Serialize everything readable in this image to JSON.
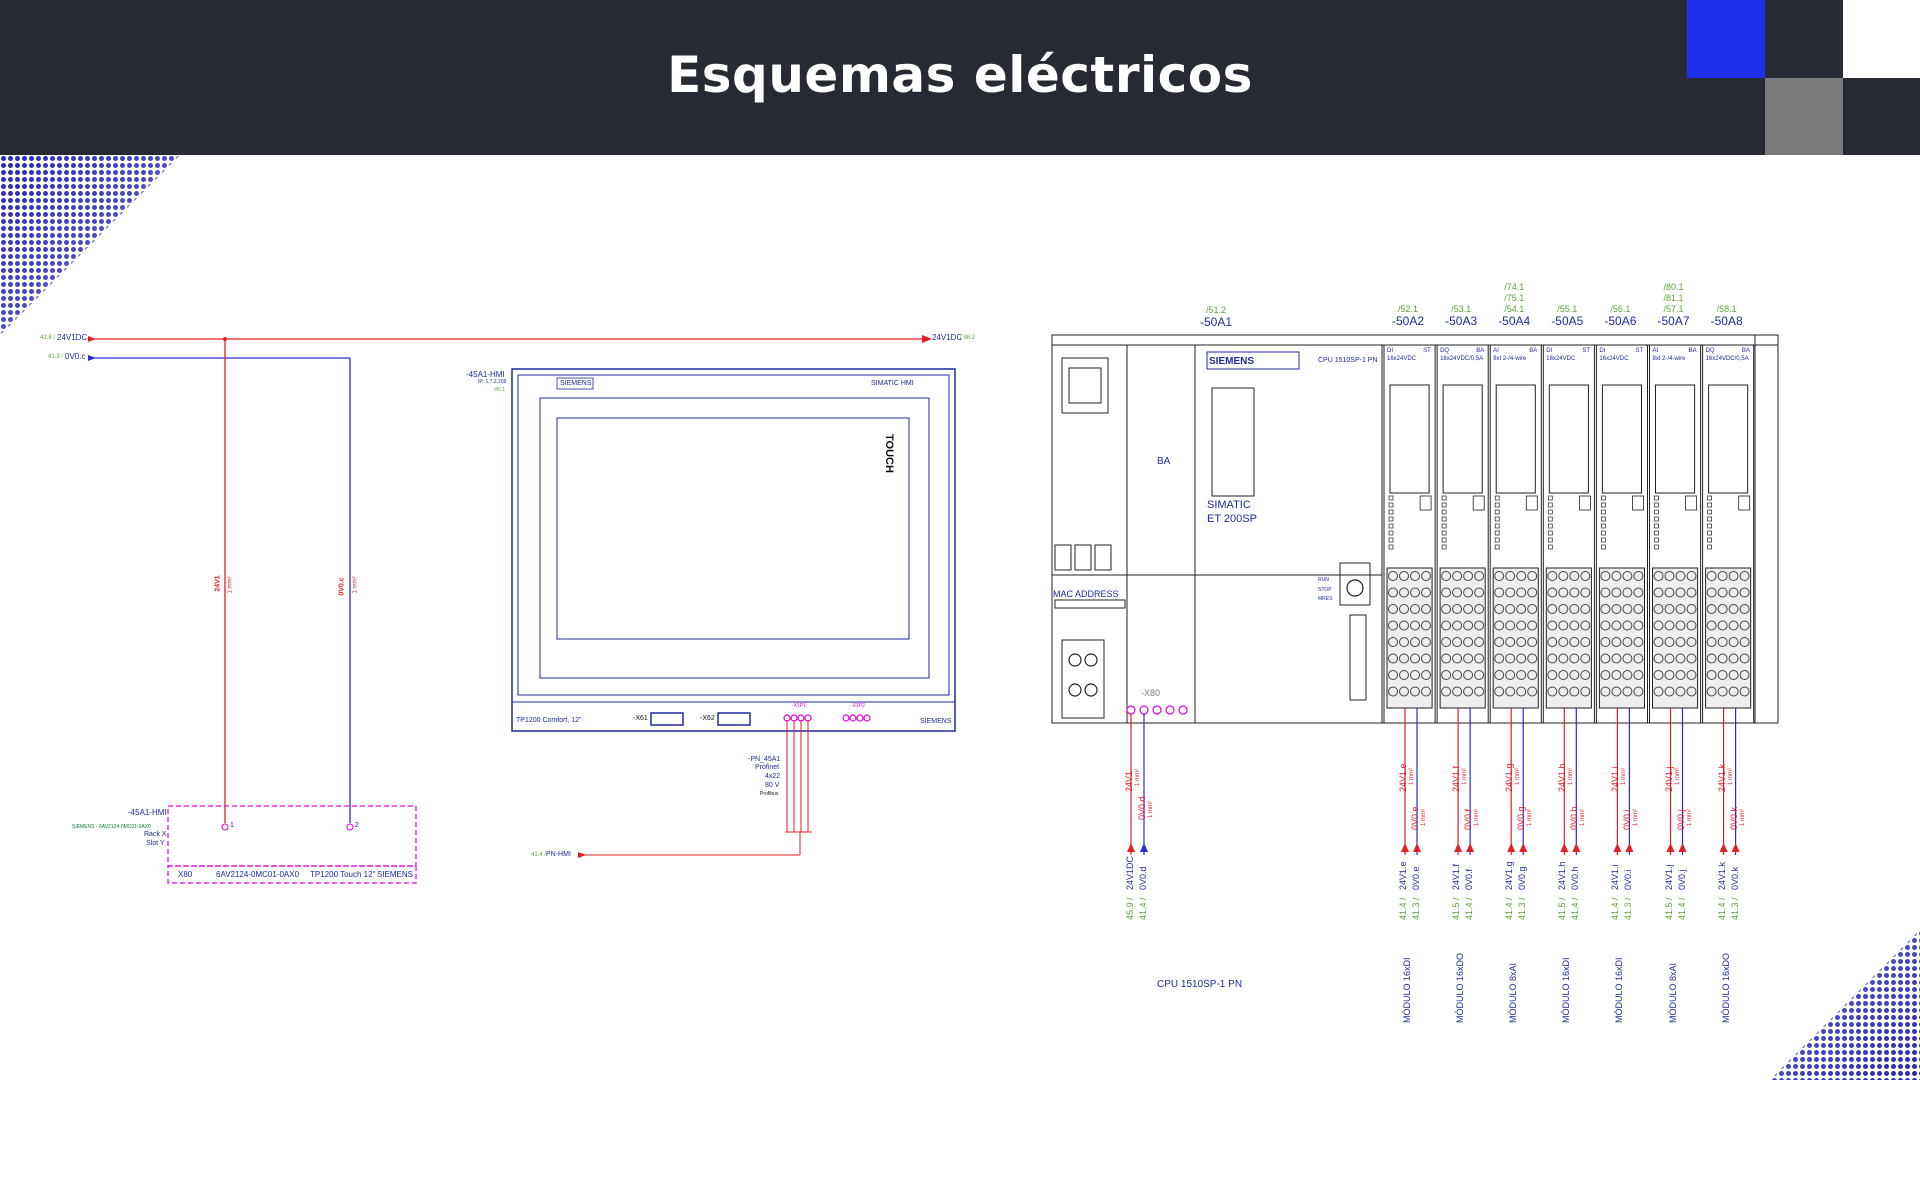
{
  "slide": {
    "title": "Esquemas eléctricos"
  },
  "colors": {
    "header": "#262a33",
    "accent_blue": "#1f2eea",
    "accent_gray": "#7b7b7b",
    "wire_red": "#e31e24",
    "wire_blue": "#2b2bd8",
    "label_green": "#5da33b",
    "profinet_magenta": "#e400e4",
    "drawing_blue": "#1f2a9e"
  },
  "hmi_wiring": {
    "rail_24v_left": "24V1DC",
    "rail_24v_left_ref": "42.8 /",
    "rail_24v_right": "24V1DC",
    "rail_24v_right_ref": "/ 98.2",
    "rail_0v_left": "0V0.c",
    "rail_0v_left_ref": "41.3 /",
    "wire_24v_label": "24V1",
    "wire_0v_label": "0V0.c",
    "wire_size": "1 mm²",
    "device_tag": "-45A1-HMI",
    "device_order": "SIEMENS - 6AV2124-0MC01-0AX0",
    "device_rack": "Rack X",
    "device_slot": "Slot Y",
    "connector_name": "X80",
    "device_part": "6AV2124-0MC01-0AX0",
    "device_model": "TP1200 Touch 12\"",
    "device_brand": "SIEMENS",
    "pin1": "1",
    "pin2": "2"
  },
  "hmi_panel": {
    "tag": "-45A1-HMI",
    "ip": "IP: 1.7.2.209",
    "ref": "/45.1",
    "brand_left": "SIEMENS",
    "brand_right": "SIMATIC HMI",
    "touch": "TOUCH",
    "model": "TP1200 Comfort, 12\"",
    "port1": "-X61",
    "port2": "-X62",
    "port3": "-X1P1",
    "port4": "-X1P2",
    "footer_brand": "SIEMENS",
    "pn_tag": "-PN_45A1",
    "pn_type": "Profinet",
    "pn_size": "4x22",
    "pn_voltage": "80 V",
    "pn_extra": "Profibus",
    "pn_target": "PN-HMI",
    "pn_target_ref": "41.4 /"
  },
  "plc": {
    "cpu_tag": "-50A1",
    "cpu_ref": "/51.2",
    "siemens": "SIEMENS",
    "cpu_name": "CPU 1510SP-1 PN",
    "simatic": "SIMATIC",
    "et200sp": "ET 200SP",
    "ba": "BA",
    "mac": "MAC ADDRESS",
    "x80": "-X80",
    "run_stop": [
      "RUN",
      "STOP",
      "MRES"
    ],
    "cpu_caption": "CPU 1510SP-1 PN",
    "cpu_wires": [
      {
        "wire": "24V1",
        "size": "1 mm²",
        "ref": "45.9 /",
        "net": "24V1DC"
      },
      {
        "wire": "0V0.d",
        "size": "1 mm²",
        "ref": "41.4 /",
        "net": "0V0.d"
      }
    ],
    "modules": [
      {
        "tag": "-50A2",
        "refs": [
          "/52.1"
        ],
        "type": "DI",
        "flag": "ST",
        "desc": "16x24VDC",
        "wire_p": "24V1.e",
        "wire_n": "0V0.e",
        "ref_p": "41.4 /",
        "ref_n": "41.3 /",
        "net_p": "24V1.e",
        "net_n": "0V0.e",
        "caption": "MÓDULO 16xDI"
      },
      {
        "tag": "-50A3",
        "refs": [
          "/53.1"
        ],
        "type": "DQ",
        "flag": "BA",
        "desc": "16x24VDC/0,5A",
        "wire_p": "24V1.f",
        "wire_n": "0V0.f",
        "ref_p": "41.5 /",
        "ref_n": "41.4 /",
        "net_p": "24V1.f",
        "net_n": "0V0.f",
        "caption": "MÓDULO 16xDO"
      },
      {
        "tag": "-50A4",
        "refs": [
          "/74.1",
          "/75.1",
          "/54.1"
        ],
        "type": "AI",
        "flag": "BA",
        "desc": "8xI 2-/4-wire",
        "wire_p": "24V1.g",
        "wire_n": "0V0.g",
        "ref_p": "41.4 /",
        "ref_n": "41.3 /",
        "net_p": "24V1.g",
        "net_n": "0V0.g",
        "caption": "MÓDULO 8xAI"
      },
      {
        "tag": "-50A5",
        "refs": [
          "/55.1"
        ],
        "type": "DI",
        "flag": "ST",
        "desc": "16x24VDC",
        "wire_p": "24V1.h",
        "wire_n": "0V0.h",
        "ref_p": "41.5 /",
        "ref_n": "41.4 /",
        "net_p": "24V1.h",
        "net_n": "0V0.h",
        "caption": "MÓDULO 16xDI"
      },
      {
        "tag": "-50A6",
        "refs": [
          "/56.1"
        ],
        "type": "DI",
        "flag": "ST",
        "desc": "16x24VDC",
        "wire_p": "24V1.i",
        "wire_n": "0V0.i",
        "ref_p": "41.4 /",
        "ref_n": "41.3 /",
        "net_p": "24V1.i",
        "net_n": "0V0.i",
        "caption": "MÓDULO 16xDI"
      },
      {
        "tag": "-50A7",
        "refs": [
          "/80.1",
          "/81.1",
          "/57.1"
        ],
        "type": "AI",
        "flag": "BA",
        "desc": "8xI 2-/4-wire",
        "wire_p": "24V1.j",
        "wire_n": "0V0.j",
        "ref_p": "41.5 /",
        "ref_n": "41.4 /",
        "net_p": "24V1.j",
        "net_n": "0V0.j",
        "caption": "MÓDULO 8xAI"
      },
      {
        "tag": "-50A8",
        "refs": [
          "/58.1"
        ],
        "type": "DQ",
        "flag": "BA",
        "desc": "16x24VDC/0,5A",
        "wire_p": "24V1.k",
        "wire_n": "0V0.k",
        "ref_p": "41.4 /",
        "ref_n": "41.3 /",
        "net_p": "24V1.k",
        "net_n": "0V0.k",
        "caption": "MÓDULO 16xDO"
      }
    ]
  }
}
